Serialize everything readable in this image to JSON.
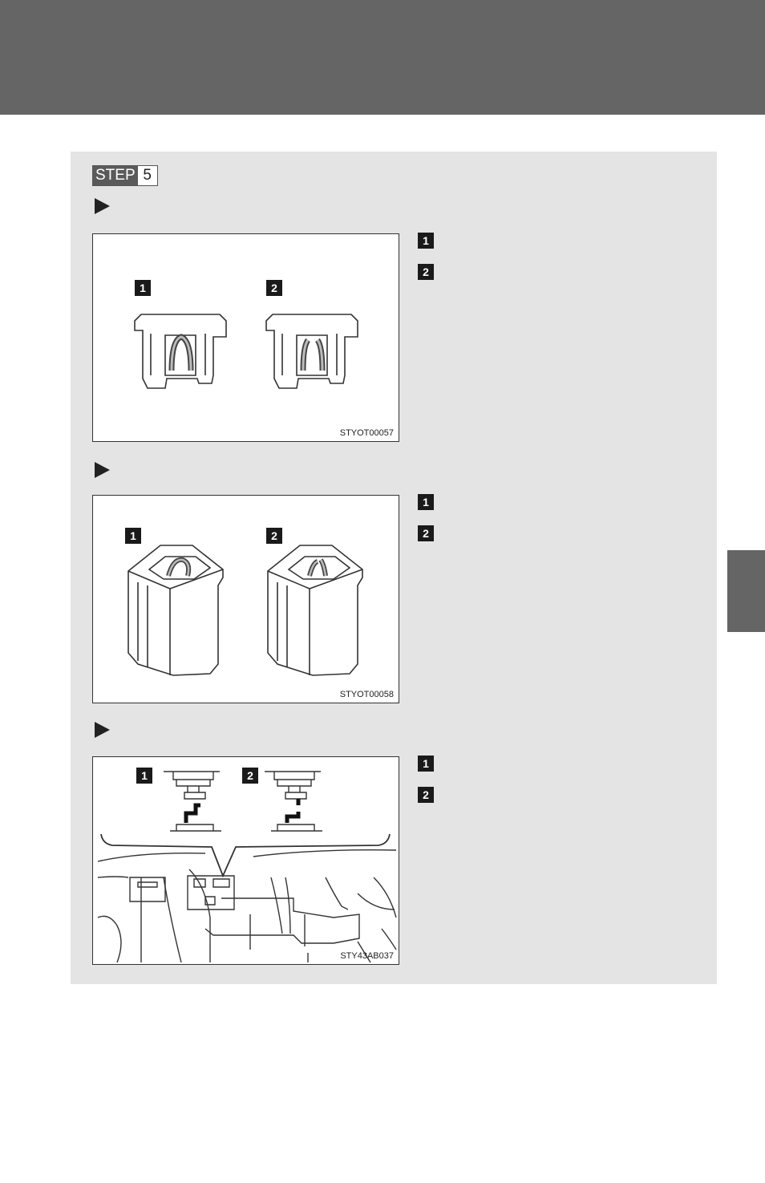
{
  "step": {
    "word": "STEP",
    "number": "5"
  },
  "sections": [
    {
      "figure_code": "STYOT00057",
      "callouts": [
        "1",
        "2"
      ]
    },
    {
      "figure_code": "STYOT00058",
      "callouts": [
        "1",
        "2"
      ]
    },
    {
      "figure_code": "STY43AB037",
      "callouts": [
        "1",
        "2"
      ]
    }
  ],
  "colors": {
    "header": "#656565",
    "panel": "#e4e4e4",
    "badge": "#1a1a1a"
  },
  "icons": {
    "bullet": "triangle-right-icon"
  }
}
